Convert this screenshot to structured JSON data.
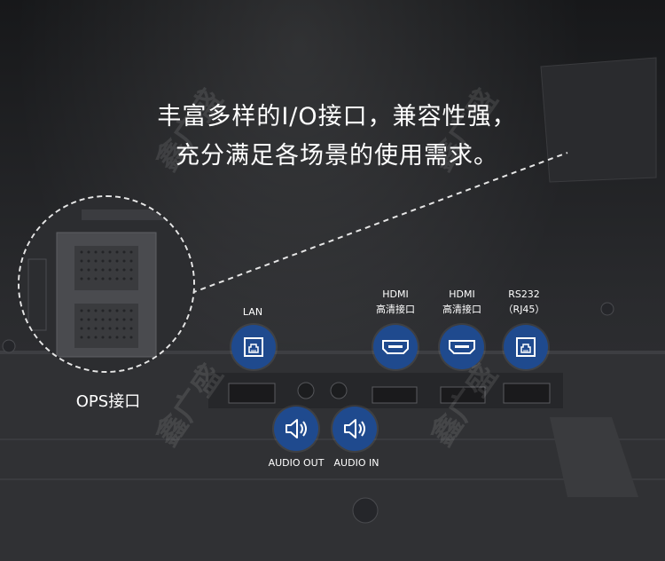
{
  "headline": {
    "line1": "丰富多样的I/O接口，兼容性强，",
    "line2": "充分满足各场景的使用需求。"
  },
  "ops": {
    "label": "OPS接口"
  },
  "ports": {
    "lan": {
      "label": "LAN",
      "icon": "ethernet-icon"
    },
    "hdmi1": {
      "line1": "HDMI",
      "line2": "高清接口",
      "icon": "hdmi-icon"
    },
    "hdmi2": {
      "line1": "HDMI",
      "line2": "高清接口",
      "icon": "hdmi-icon"
    },
    "rs232": {
      "line1": "RS232",
      "line2": "（RJ45）",
      "icon": "rs232-icon"
    },
    "audio_out": {
      "label": "AUDIO OUT",
      "icon": "speaker-icon"
    },
    "audio_in": {
      "label": "AUDIO IN",
      "icon": "speaker-icon"
    }
  },
  "watermark": {
    "text": "鑫广盛"
  },
  "colors": {
    "badge": "#1f4a8e",
    "background": "#1e1f21",
    "text": "#ffffff"
  }
}
